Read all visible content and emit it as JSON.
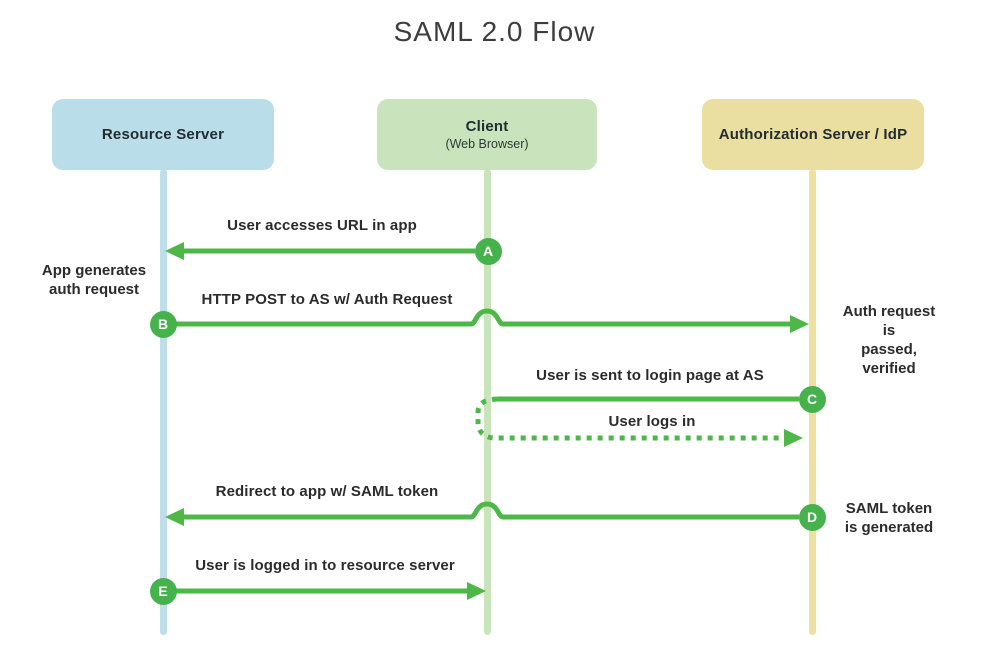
{
  "title": "SAML 2.0 Flow",
  "colors": {
    "arrow_green": "#4db848",
    "badge_green": "#45b24b",
    "resource_blue": "#b9dde9",
    "client_green": "#c9e4bc",
    "idp_yellow": "#eadfa1"
  },
  "actors": {
    "resource": {
      "label": "Resource Server"
    },
    "client": {
      "label": "Client",
      "sublabel": "(Web Browser)"
    },
    "idp": {
      "label": "Authorization Server / IdP"
    }
  },
  "messages": {
    "a": {
      "badge": "A",
      "label": "User accesses URL in app",
      "from": "client",
      "to": "resource"
    },
    "b": {
      "badge": "B",
      "label": "HTTP POST to AS w/ Auth Request",
      "from": "resource",
      "to": "idp"
    },
    "c": {
      "badge": "C",
      "label": "User is sent to login page at AS",
      "from": "idp",
      "to": "client"
    },
    "c_login": {
      "label": "User logs in",
      "from": "client",
      "to": "idp",
      "style": "dashed"
    },
    "d": {
      "badge": "D",
      "label": "Redirect to app w/ SAML token",
      "from": "idp",
      "to": "resource"
    },
    "e": {
      "badge": "E",
      "label": "User is logged in to resource server",
      "from": "resource",
      "to": "client"
    }
  },
  "annotations": {
    "left_b": "App generates\nauth request",
    "right_b": "Auth request is\npassed, verified",
    "right_d": "SAML token\nis generated"
  }
}
